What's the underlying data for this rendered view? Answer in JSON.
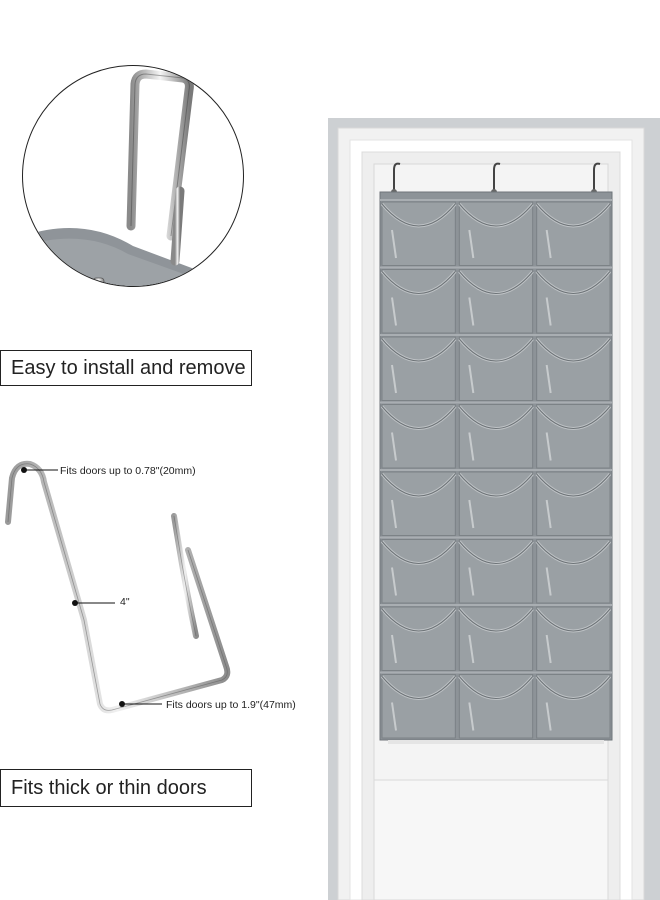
{
  "captions": {
    "install": "Easy to install and remove",
    "fits": "Fits thick or thin doors"
  },
  "dimensions": {
    "thin_door": "Fits doors up to 0.78\"(20mm)",
    "hook_height": "4\"",
    "thick_door": "Fits doors up to 1.9\"(47mm)"
  },
  "colors": {
    "organizer_gray": "#8d9398",
    "organizer_dark": "#6f757a",
    "door_frame": "#f2f2f2",
    "wall": "#cdd0d3",
    "metal": "#c8c8c8"
  },
  "organizer": {
    "rows": 8,
    "columns": 3
  }
}
